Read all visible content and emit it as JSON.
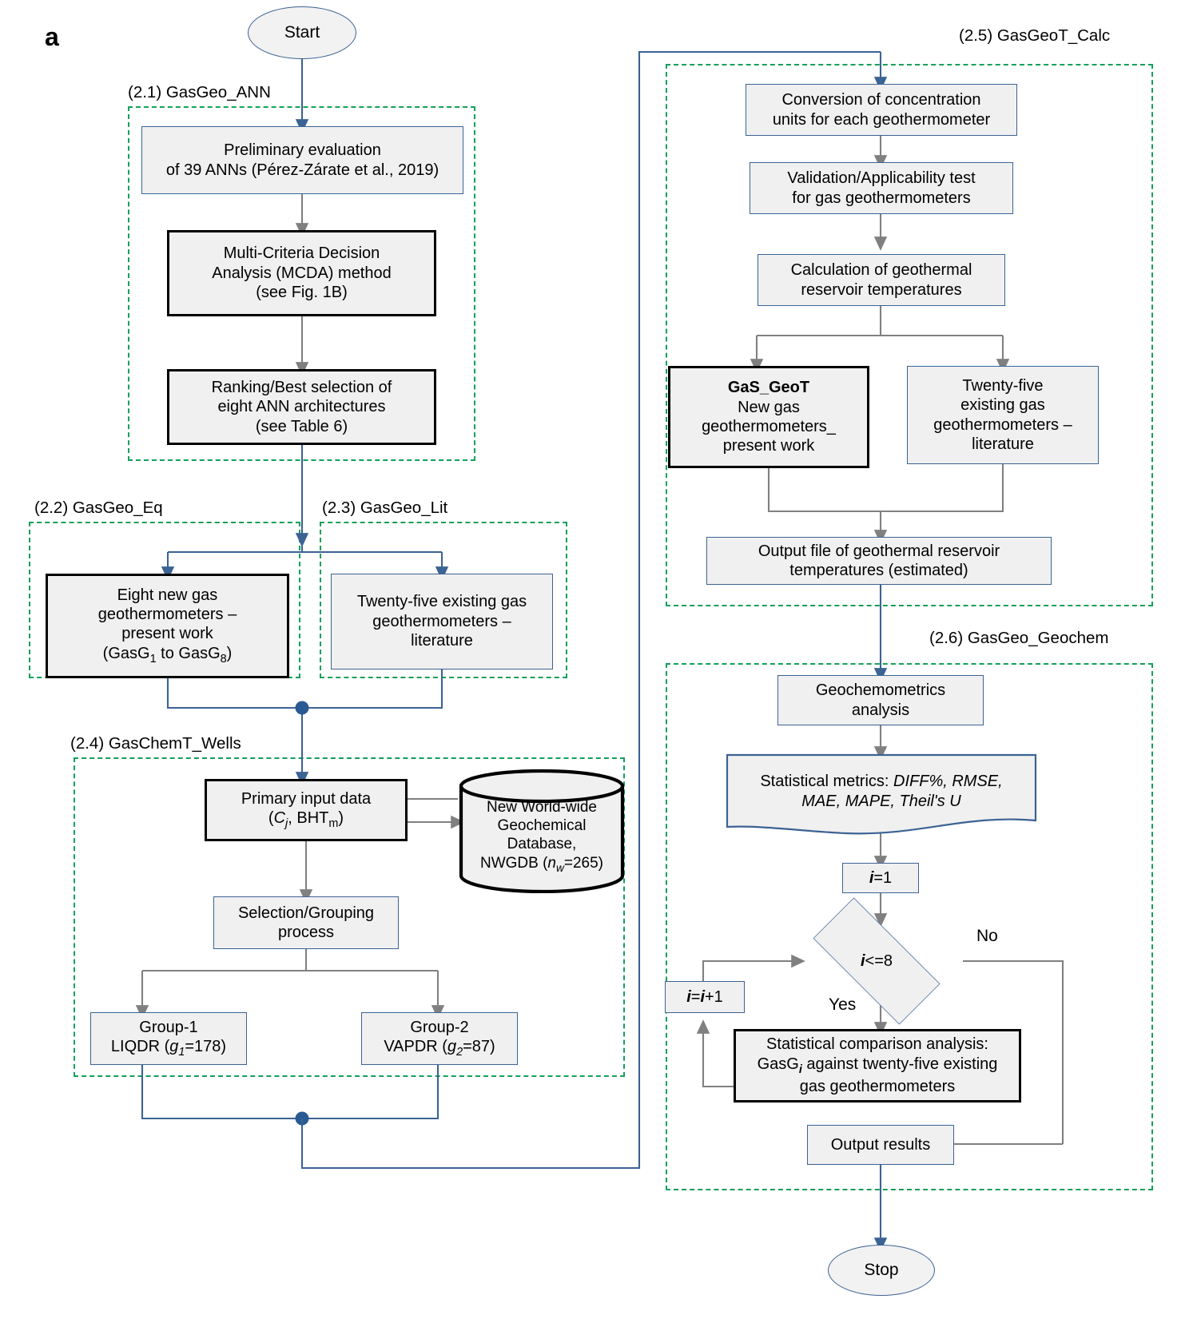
{
  "figure": {
    "panel_letter": "a",
    "colors": {
      "group_border": "#14a05a",
      "node_border": "#3b6394",
      "node_fill": "#f0f0f0",
      "emphasis_border": "#000000",
      "flow_blue": "#3b6394",
      "flow_gray": "#808080"
    }
  },
  "groups": [
    {
      "id": "g21",
      "label": "(2.1) GasGeo_ANN"
    },
    {
      "id": "g22",
      "label": "(2.2) GasGeo_Eq"
    },
    {
      "id": "g23",
      "label": "(2.3) GasGeo_Lit"
    },
    {
      "id": "g24",
      "label": "(2.4) GasChemT_Wells"
    },
    {
      "id": "g25",
      "label": "(2.5) GasGeoT_Calc"
    },
    {
      "id": "g26",
      "label": "(2.6) GasGeo_Geochem"
    }
  ],
  "nodes": {
    "start": "Start",
    "stop": "Stop",
    "prelim_eval_l1": "Preliminary evaluation",
    "prelim_eval_l2": "of 39 ANNs (Pérez-Zárate et al., 2019)",
    "mcda_l1": "Multi-Criteria Decision",
    "mcda_l2": "Analysis (MCDA) method",
    "mcda_l3": "(see Fig. 1B)",
    "ranking_l1": "Ranking/Best selection of",
    "ranking_l2": "eight ANN architectures",
    "ranking_l3": "(see Table 6)",
    "eight_new_l1": "Eight new gas",
    "eight_new_l2": "geothermometers –",
    "eight_new_l3": "present work",
    "eight_new_l4": "(GasG1 to GasG8)",
    "twentyfive_lit_l1": "Twenty-five existing gas",
    "twentyfive_lit_l2": "geothermometers –",
    "twentyfive_lit_l3": "literature",
    "primary_input_l1": "Primary input data",
    "primary_input_l2": "(Cj, BHTm)",
    "nwgdb_l1": "New World-wide",
    "nwgdb_l2": "Geochemical",
    "nwgdb_l3": "Database,",
    "nwgdb_l4": "NWGDB (nw=265)",
    "selection_l1": "Selection/Grouping",
    "selection_l2": "process",
    "group1_l1": "Group-1",
    "group1_l2": "LIQDR (g1=178)",
    "group2_l1": "Group-2",
    "group2_l2": "VAPDR (g2=87)",
    "conversion_l1": "Conversion of concentration",
    "conversion_l2": "units for each geothermometer",
    "validation_l1": "Validation/Applicability test",
    "validation_l2": "for gas geothermometers",
    "calculation_l1": "Calculation of geothermal",
    "calculation_l2": "reservoir temperatures",
    "gas_geot_l1": "GaS_GeoT",
    "gas_geot_l2": "New gas",
    "gas_geot_l3": "geothermometers_",
    "gas_geot_l4": "present work",
    "twentyfive_right_l1": "Twenty-five",
    "twentyfive_right_l2": "existing gas",
    "twentyfive_right_l3": "geothermometers –",
    "twentyfive_right_l4": "literature",
    "output_file_l1": "Output file of geothermal reservoir",
    "output_file_l2": "temperatures (estimated)",
    "geochemometrics_l1": "Geochemometrics",
    "geochemometrics_l2": "analysis",
    "metrics_l1": "Statistical metrics: DIFF%, RMSE,",
    "metrics_l2": "MAE, MAPE, Theil's U",
    "i_init": "i=1",
    "decision": "i<=8",
    "i_inc": "i=i+1",
    "stat_comp_l1": "Statistical comparison analysis:",
    "stat_comp_l2": "GasGi against twenty-five existing",
    "stat_comp_l3": "gas geothermometers",
    "output_results": "Output results"
  },
  "edge_labels": {
    "yes": "Yes",
    "no": "No"
  }
}
